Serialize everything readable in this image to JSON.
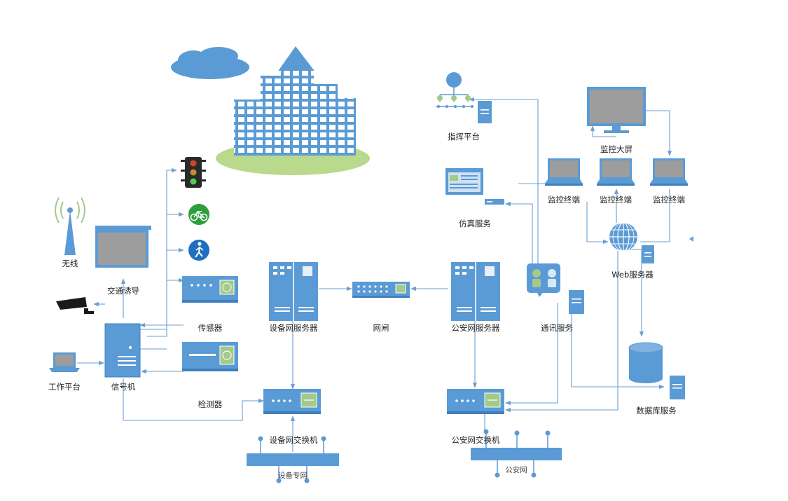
{
  "colors": {
    "accent": "#5b9bd5",
    "line": "#6a9fd0",
    "screen": "#9d9d9d",
    "ground": "#b9d98c"
  },
  "labels": {
    "wireless": "无线",
    "traffic_guidance": "交通诱导",
    "sensor": "传感器",
    "signal_machine": "信号机",
    "workstation": "工作平台",
    "detector": "检测器",
    "device_net_server": "设备网服务器",
    "gateway": "网闸",
    "public_security_server": "公安网服务器",
    "device_net_switch": "设备网交换机",
    "public_security_switch": "公安网交换机",
    "device_private_net": "设备专网",
    "public_security_net": "公安网",
    "command_platform": "指挥平台",
    "simulation_service": "仿真服务",
    "comm_service": "通讯服务",
    "monitor_screen": "监控大屏",
    "monitor_terminal_1": "监控终端",
    "monitor_terminal_2": "监控终端",
    "monitor_terminal_3": "监控终端",
    "web_server": "Web服务器",
    "database_service": "数据库服务"
  },
  "icons": {
    "cloud": "cloud-icon",
    "city": "city-buildings-icon",
    "traffic_light": "traffic-light-icon",
    "bicycle": "bicycle-sign-icon",
    "pedestrian": "pedestrian-sign-icon",
    "camera": "cctv-camera-icon",
    "antenna": "wireless-antenna-icon",
    "database": "database-icon",
    "globe": "globe-icon"
  }
}
